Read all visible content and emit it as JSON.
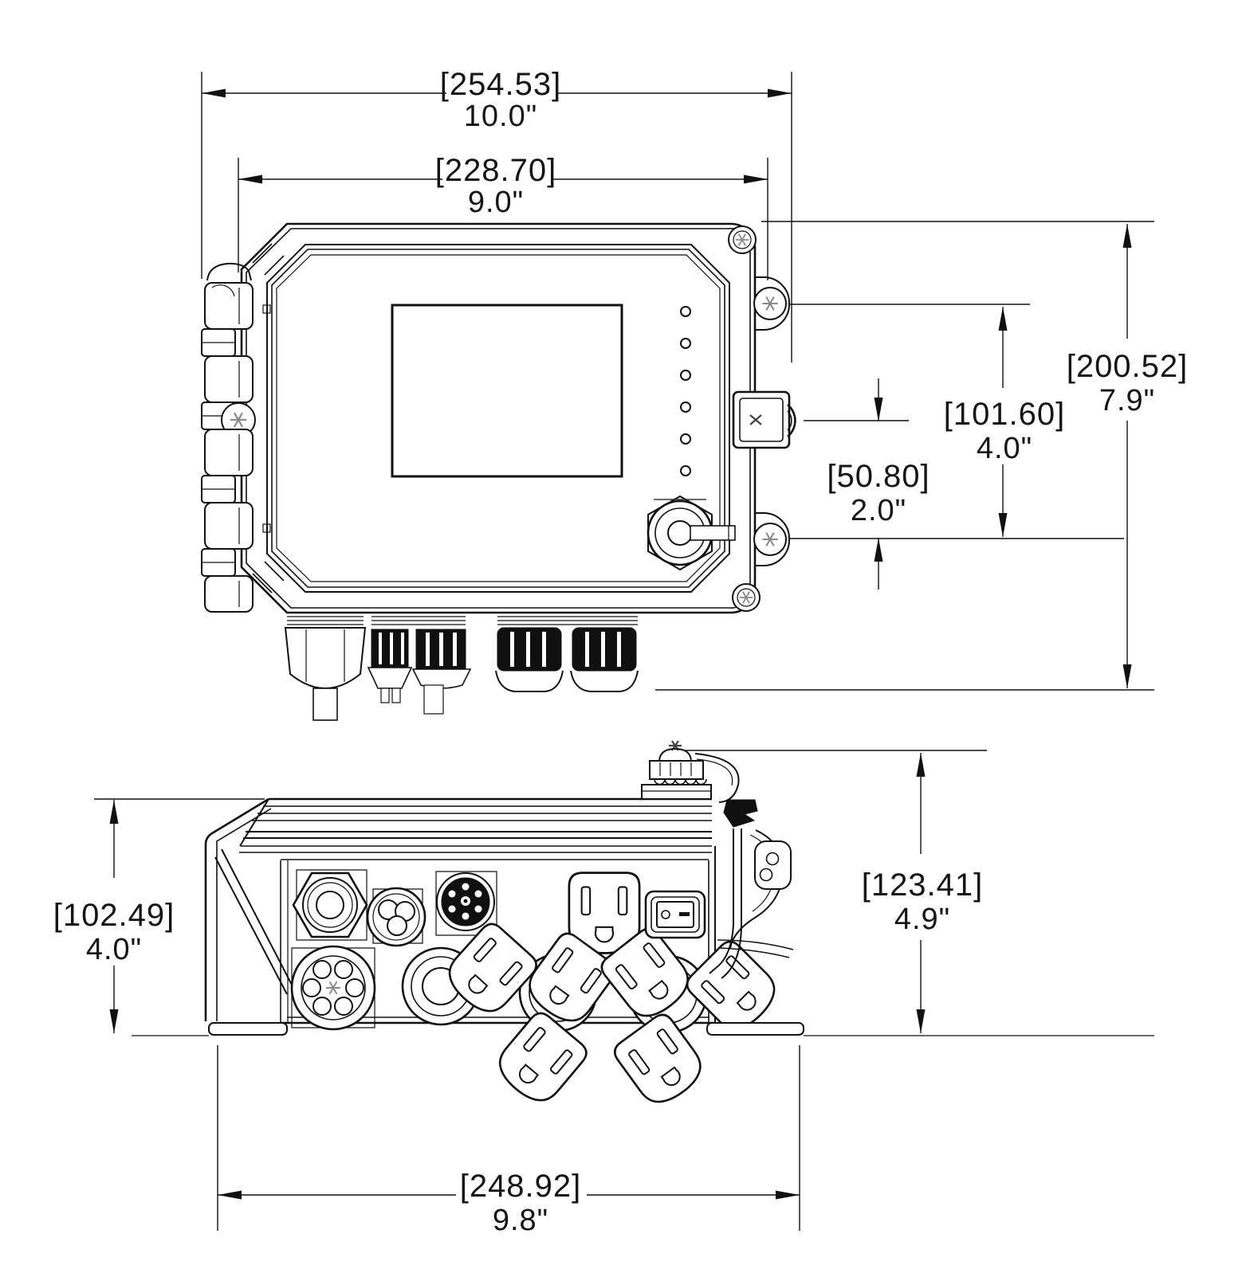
{
  "drawing_title": "enclosure-dimension-drawing",
  "units_note": "millimeters in brackets, inches below",
  "ink_color": "#111111",
  "front_view": {
    "dimensions": {
      "overall_width": {
        "mm": "[254.53]",
        "inches": "10.0\""
      },
      "lid_width": {
        "mm": "[228.70]",
        "inches": "9.0\""
      },
      "overall_height": {
        "mm": "[200.52]",
        "inches": "7.9\""
      },
      "mount_spacing": {
        "mm": "[101.60]",
        "inches": "4.0\""
      },
      "latch_offset": {
        "mm": "[50.80]",
        "inches": "2.0\""
      }
    },
    "features": [
      "screen-window",
      "status-leds",
      "antenna-connector",
      "hinges",
      "latch",
      "mounting-tabs",
      "cable-glands"
    ]
  },
  "bottom_view": {
    "dimensions": {
      "body_depth": {
        "mm": "[102.49]",
        "inches": "4.0\""
      },
      "overall_depth": {
        "mm": "[123.41]",
        "inches": "4.9\""
      },
      "base_width": {
        "mm": "[248.92]",
        "inches": "9.8\""
      }
    },
    "features": [
      "vent-cap",
      "power-switch",
      "outlet-receptacles",
      "circular-connectors",
      "mounting-feet"
    ]
  }
}
